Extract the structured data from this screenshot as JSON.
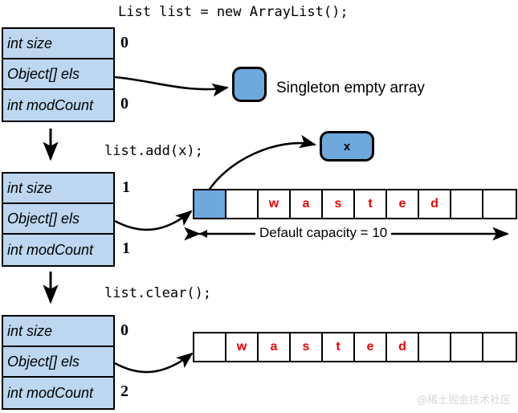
{
  "diagram": {
    "title_code": "List list = new ArrayList();",
    "watermark": "@稀土掘金技术社区",
    "colors": {
      "field_fill": "#bcd7ef",
      "node_fill": "#6fa8dc",
      "letter_color": "#ee0000",
      "stroke": "#000000"
    },
    "field_labels": {
      "size": "int size",
      "els": "Object[] els",
      "modcount": "int modCount"
    }
  },
  "steps": [
    {
      "code": "List list = new ArrayList();",
      "struct": {
        "fields": [
          {
            "name": "int size",
            "value": "0"
          },
          {
            "name": "Object[] els",
            "value": ""
          },
          {
            "name": "int modCount",
            "value": "0"
          }
        ]
      },
      "target": {
        "kind": "rounded-node",
        "text": "",
        "caption": "Singleton empty array"
      }
    },
    {
      "code": "list.add(x);",
      "struct": {
        "fields": [
          {
            "name": "int size",
            "value": "1"
          },
          {
            "name": "Object[] els",
            "value": ""
          },
          {
            "name": "int modCount",
            "value": "1"
          }
        ]
      },
      "element_node": {
        "text": "x"
      },
      "array": {
        "cells": [
          "",
          "",
          "w",
          "a",
          "s",
          "t",
          "e",
          "d",
          "",
          ""
        ],
        "filled_index": 0,
        "capacity_label": "Default capacity = 10"
      }
    },
    {
      "code": "list.clear();",
      "struct": {
        "fields": [
          {
            "name": "int size",
            "value": "0"
          },
          {
            "name": "Object[] els",
            "value": ""
          },
          {
            "name": "int modCount",
            "value": "2"
          }
        ]
      },
      "array": {
        "cells": [
          "",
          "w",
          "a",
          "s",
          "t",
          "e",
          "d",
          "",
          "",
          ""
        ],
        "filled_index": -1
      }
    }
  ]
}
